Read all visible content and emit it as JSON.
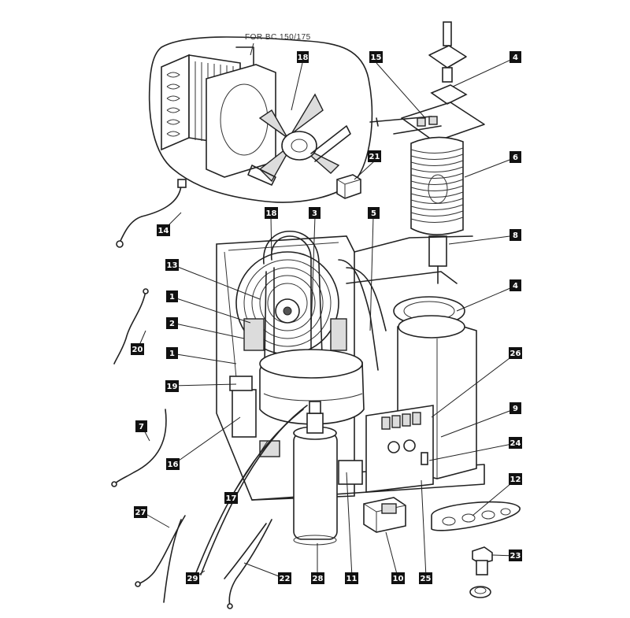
{
  "inset_note": "FOR BC 150/175",
  "callouts": [
    {
      "id": "c18a",
      "label": "18"
    },
    {
      "id": "c15",
      "label": "15"
    },
    {
      "id": "c4a",
      "label": "4"
    },
    {
      "id": "c21",
      "label": "21"
    },
    {
      "id": "c6",
      "label": "6"
    },
    {
      "id": "c14",
      "label": "14"
    },
    {
      "id": "c18b",
      "label": "18"
    },
    {
      "id": "c3",
      "label": "3"
    },
    {
      "id": "c5",
      "label": "5"
    },
    {
      "id": "c8",
      "label": "8"
    },
    {
      "id": "c13",
      "label": "13"
    },
    {
      "id": "c1a",
      "label": "1"
    },
    {
      "id": "c4b",
      "label": "4"
    },
    {
      "id": "c2",
      "label": "2"
    },
    {
      "id": "c20",
      "label": "20"
    },
    {
      "id": "c1b",
      "label": "1"
    },
    {
      "id": "c26",
      "label": "26"
    },
    {
      "id": "c19",
      "label": "19"
    },
    {
      "id": "c9",
      "label": "9"
    },
    {
      "id": "c7",
      "label": "7"
    },
    {
      "id": "c24",
      "label": "24"
    },
    {
      "id": "c16",
      "label": "16"
    },
    {
      "id": "c17",
      "label": "17"
    },
    {
      "id": "c12",
      "label": "12"
    },
    {
      "id": "c27",
      "label": "27"
    },
    {
      "id": "c23",
      "label": "23"
    },
    {
      "id": "c29",
      "label": "29"
    },
    {
      "id": "c22",
      "label": "22"
    },
    {
      "id": "c28",
      "label": "28"
    },
    {
      "id": "c11",
      "label": "11"
    },
    {
      "id": "c10",
      "label": "10"
    },
    {
      "id": "c25",
      "label": "25"
    }
  ]
}
